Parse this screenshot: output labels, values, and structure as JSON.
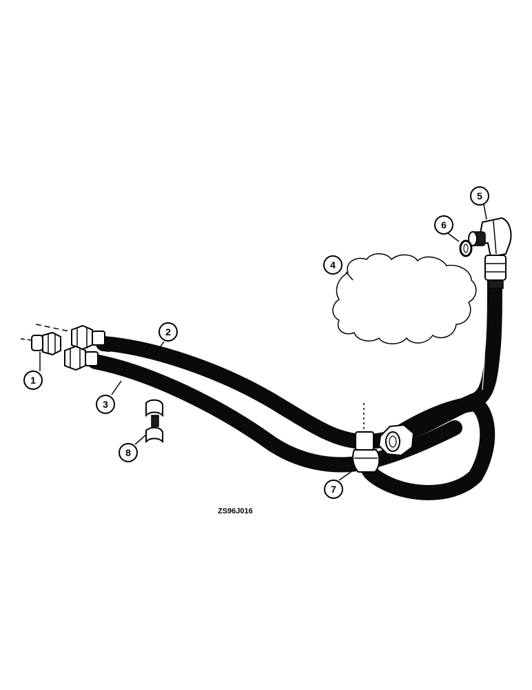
{
  "figure": {
    "reference_code": "ZS96J016"
  },
  "callouts": [
    {
      "id": "1",
      "label": "1"
    },
    {
      "id": "2",
      "label": "2"
    },
    {
      "id": "3",
      "label": "3"
    },
    {
      "id": "4",
      "label": "4"
    },
    {
      "id": "5",
      "label": "5"
    },
    {
      "id": "6",
      "label": "6"
    },
    {
      "id": "7",
      "label": "7"
    },
    {
      "id": "8",
      "label": "8"
    }
  ]
}
